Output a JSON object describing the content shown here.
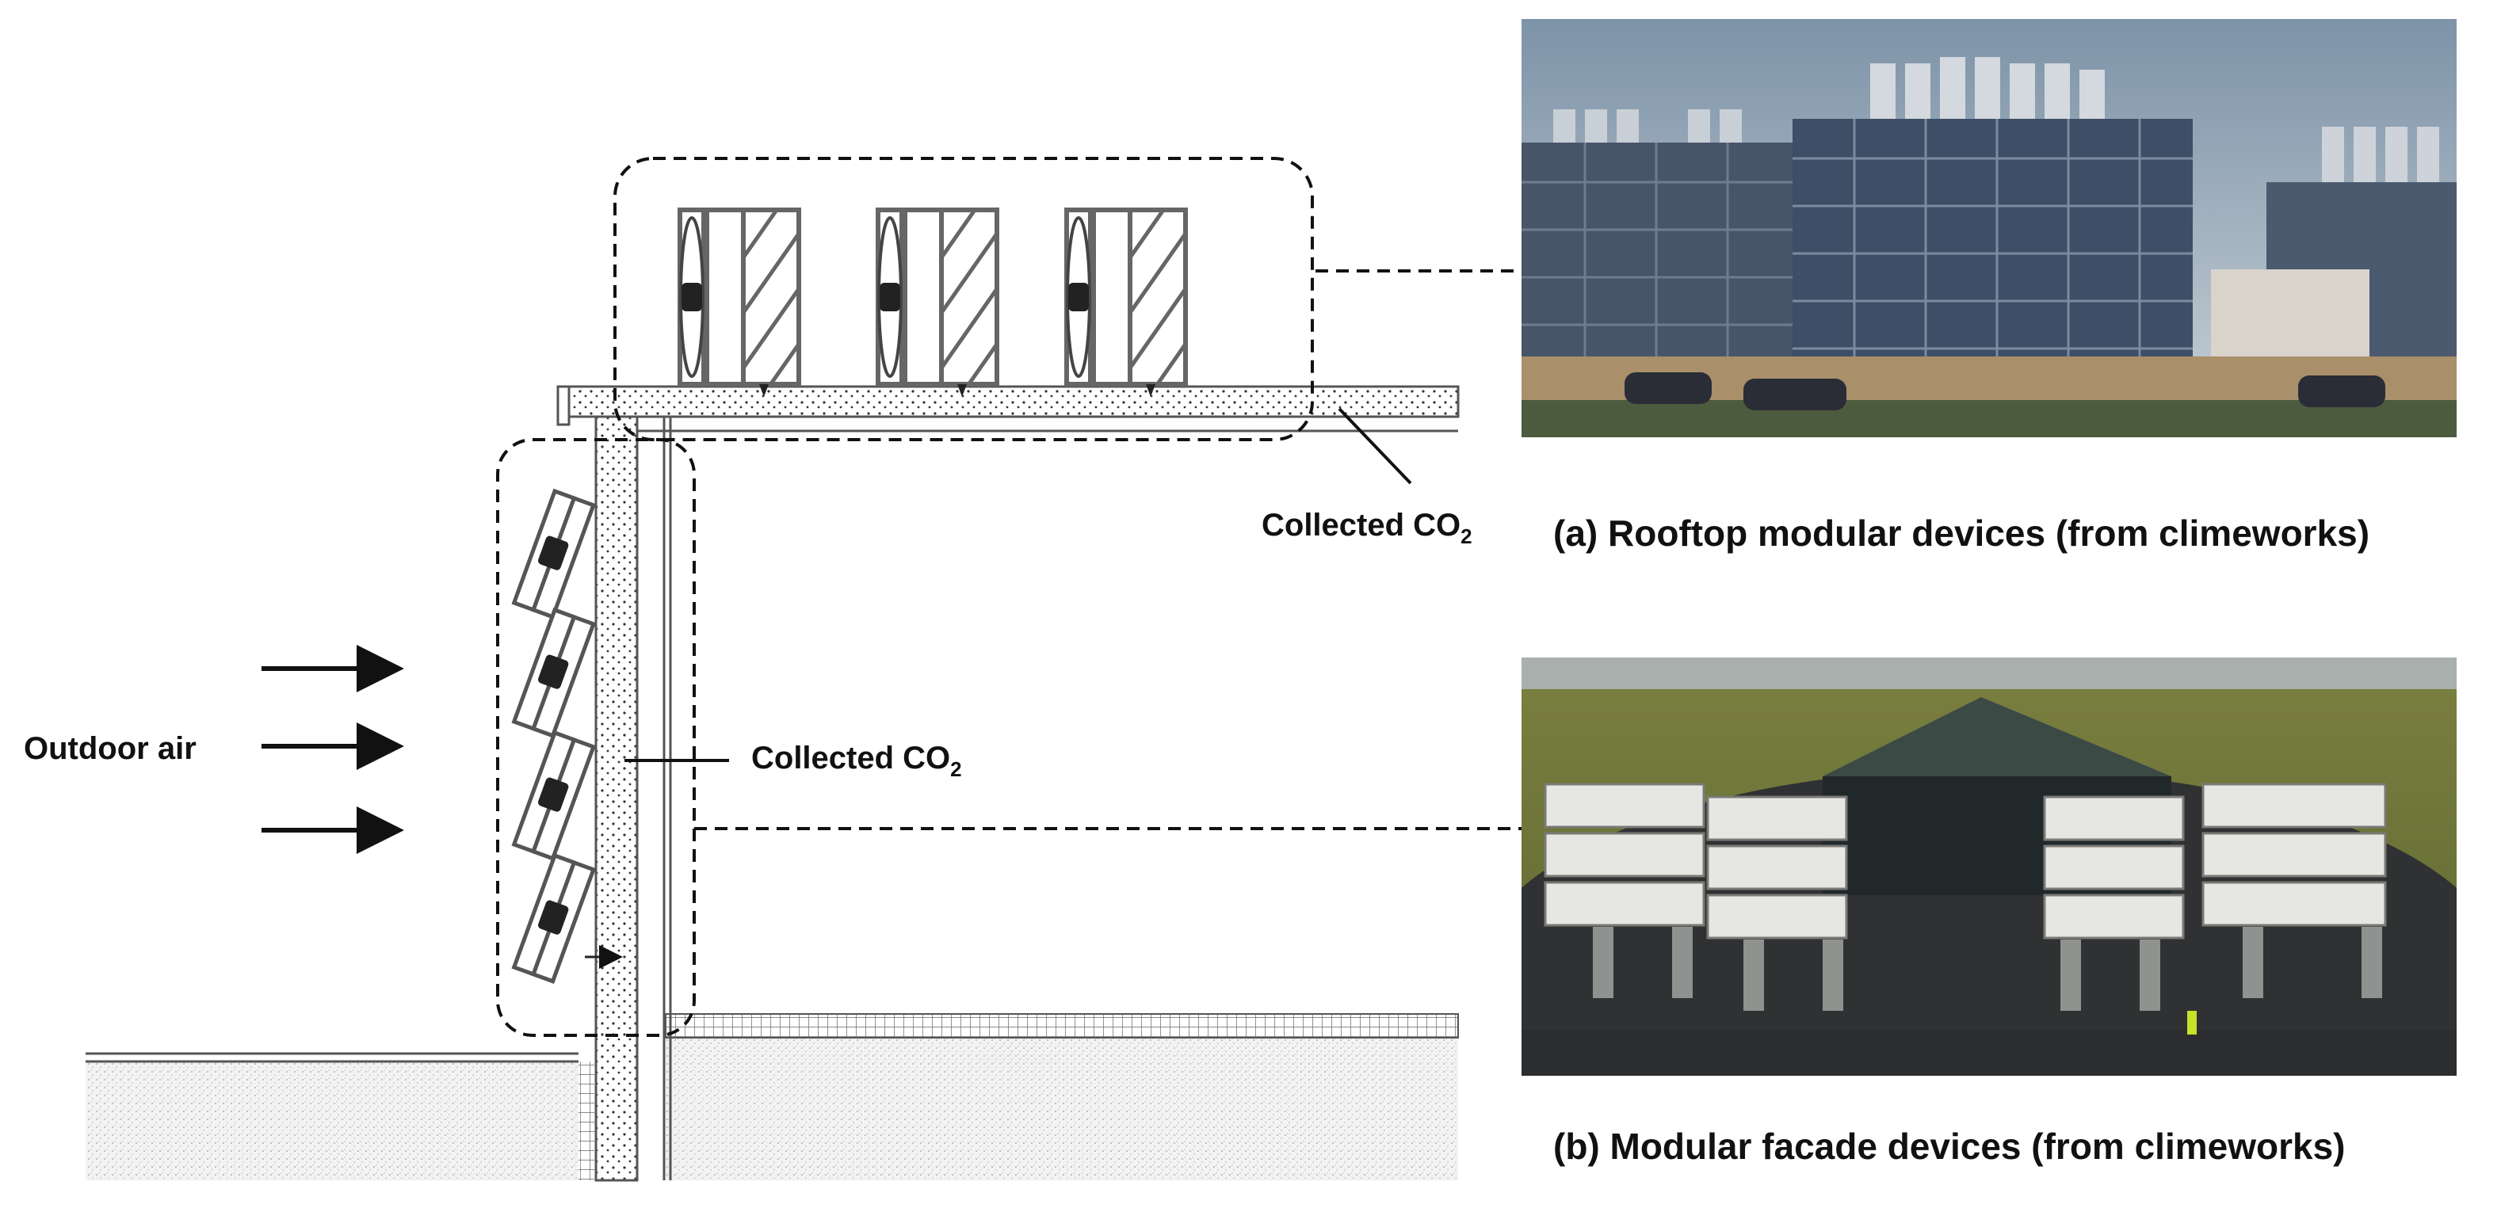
{
  "labels": {
    "outdoor_air": "Outdoor air",
    "collected_co2_roof": "Collected CO",
    "collected_co2_facade": "Collected CO",
    "co2_subscript": "2"
  },
  "captions": {
    "rooftop": "(a) Rooftop modular devices (from climeworks)",
    "facade": "(b) Modular facade devices (from climeworks)"
  },
  "photos": {
    "rooftop": {
      "sky_color": "#8fa4b8",
      "building_color": "#3e4d63",
      "ground_color": "#4a5a3c"
    },
    "facade": {
      "sky_color": "#9aa6a8",
      "field_color": "#6f7a3a",
      "ground_color": "#2d2f31",
      "roof_color": "#3c4a46"
    }
  },
  "diagram": {
    "rooftop_device_count": 3,
    "facade_device_count": 4,
    "outdoor_air_arrow_count": 3
  }
}
